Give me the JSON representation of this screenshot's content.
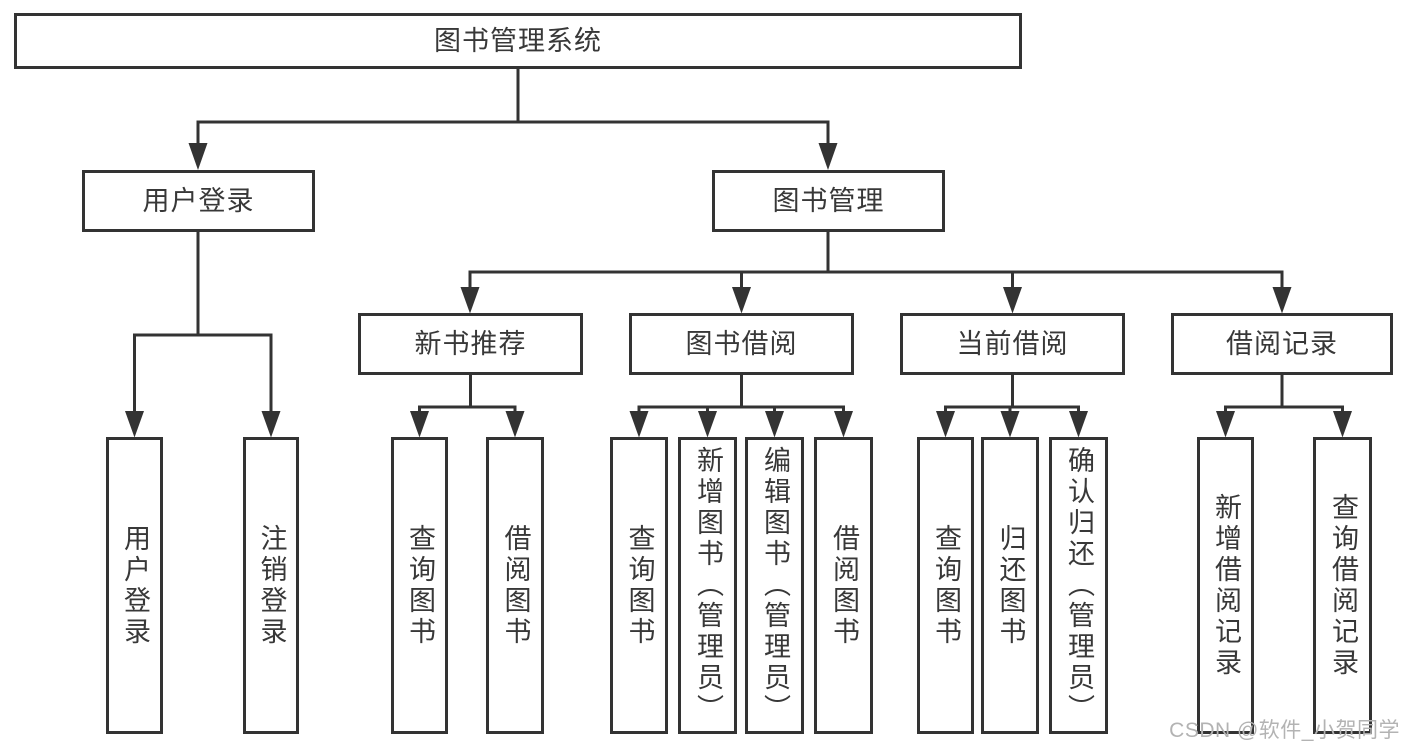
{
  "diagram": {
    "type": "hierarchy-tree",
    "title": "图书管理系统",
    "tree": {
      "label": "图书管理系统",
      "children": [
        {
          "label": "用户登录",
          "children": [
            {
              "label": "用户登录"
            },
            {
              "label": "注销登录"
            }
          ]
        },
        {
          "label": "图书管理",
          "children": [
            {
              "label": "新书推荐",
              "children": [
                {
                  "label": "查询图书"
                },
                {
                  "label": "借阅图书"
                }
              ]
            },
            {
              "label": "图书借阅",
              "children": [
                {
                  "label": "查询图书"
                },
                {
                  "label": "新增图书（管理员）"
                },
                {
                  "label": "编辑图书（管理员）"
                },
                {
                  "label": "借阅图书"
                }
              ]
            },
            {
              "label": "当前借阅",
              "children": [
                {
                  "label": "查询图书"
                },
                {
                  "label": "归还图书"
                },
                {
                  "label": "确认归还（管理员）"
                }
              ]
            },
            {
              "label": "借阅记录",
              "children": [
                {
                  "label": "新增借阅记录"
                },
                {
                  "label": "查询借阅记录"
                }
              ]
            }
          ]
        }
      ]
    },
    "colors": {
      "background": "#ffffff",
      "box_border": "#333333",
      "line": "#333333",
      "text": "#383838",
      "watermark": "#b3b3b3"
    }
  },
  "watermark": {
    "text": "CSDN @软件_小贺同学"
  }
}
